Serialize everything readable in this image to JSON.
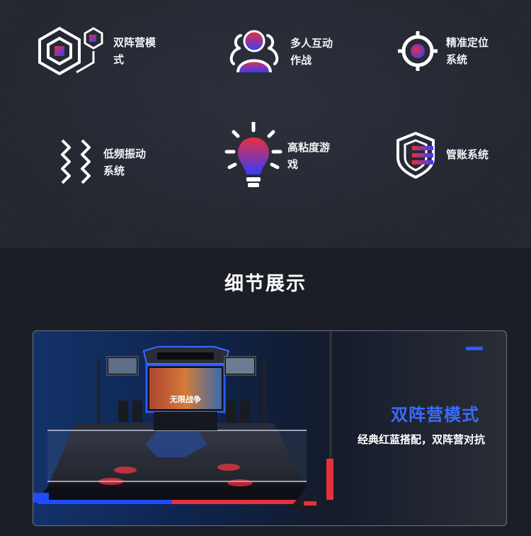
{
  "features": [
    {
      "label": "双阵营模式",
      "icon": "hexagon-camp-icon"
    },
    {
      "label": "多人互动作战",
      "icon": "group-people-icon"
    },
    {
      "label": "精准定位系统",
      "icon": "crosshair-icon"
    },
    {
      "label": "低频振动系统",
      "icon": "vibration-icon"
    },
    {
      "label": "高粘度游戏",
      "icon": "lightbulb-icon"
    },
    {
      "label": "管账系统",
      "icon": "shield-ledger-icon"
    }
  ],
  "section": {
    "title": "细节展示"
  },
  "detail": {
    "title": "双阵营模式",
    "subtitle": "经典红蓝搭配，双阵营对抗",
    "screen_text": "无限战争"
  },
  "colors": {
    "accent_blue": "#2c5cff",
    "accent_red": "#e8303c",
    "icon_gradient_start": "#e8303c",
    "icon_gradient_end": "#3a3aff"
  }
}
